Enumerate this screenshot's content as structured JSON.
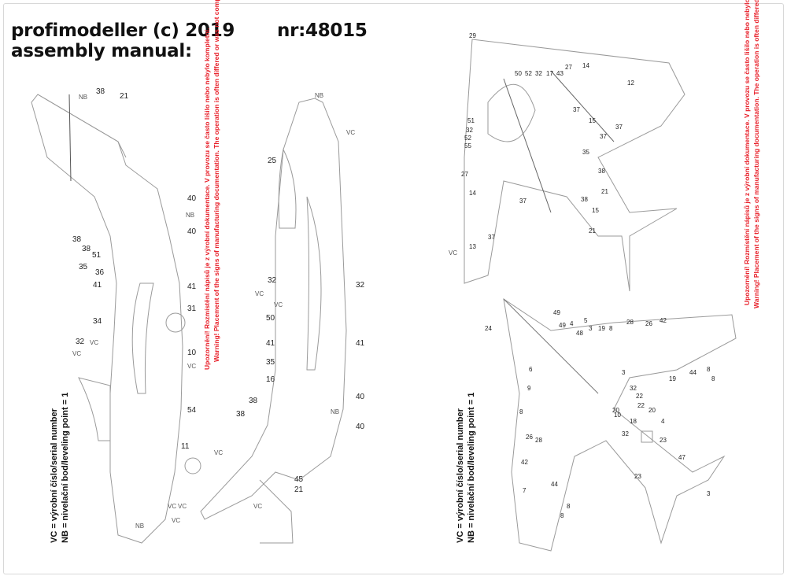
{
  "header": {
    "line1": "profimodeller (c) 2019",
    "line2": "assembly manual:",
    "number": "nr:48015"
  },
  "warning": {
    "cz": "Upozornění! Rozmístění nápisů je z výrobní dokumentace. V provozu se často lišilo nebo nebylo kompletní.",
    "en": "Warning! Placement of the signs of manufacturing documentation. The operation is often differed or was not complete."
  },
  "legend": {
    "vc": "VC = výrobní číslo/serial number",
    "nb": "NB = nivelační bod/leveling point = 1"
  },
  "callouts": [
    "38",
    "21",
    "NB",
    "40",
    "NB",
    "40",
    "38",
    "38",
    "51",
    "35",
    "36",
    "41",
    "41",
    "31",
    "34",
    "32",
    "VC",
    "VC",
    "10",
    "VC",
    "54",
    "11",
    "VC",
    "VC",
    "VC",
    "NB",
    "NB",
    "VC",
    "25",
    "VC",
    "32",
    "VC",
    "32",
    "50",
    "41",
    "41",
    "35",
    "16",
    "38",
    "38",
    "40",
    "NB",
    "40",
    "45",
    "21",
    "VC",
    "VC",
    "29",
    "12",
    "14",
    "27",
    "50",
    "52",
    "32",
    "17",
    "43",
    "51",
    "32",
    "52",
    "55",
    "37",
    "15",
    "37",
    "37",
    "27",
    "14",
    "35",
    "38",
    "38",
    "15",
    "37",
    "21",
    "21",
    "37",
    "13",
    "VC",
    "24",
    "49",
    "49",
    "4",
    "48",
    "19",
    "5",
    "3",
    "8",
    "28",
    "26",
    "42",
    "6",
    "9",
    "3",
    "44",
    "8",
    "8",
    "19",
    "32",
    "22",
    "22",
    "20",
    "20",
    "4",
    "23",
    "23",
    "47",
    "3",
    "8",
    "7",
    "42",
    "26",
    "28",
    "18",
    "10",
    "32",
    "44",
    "8",
    "8"
  ]
}
